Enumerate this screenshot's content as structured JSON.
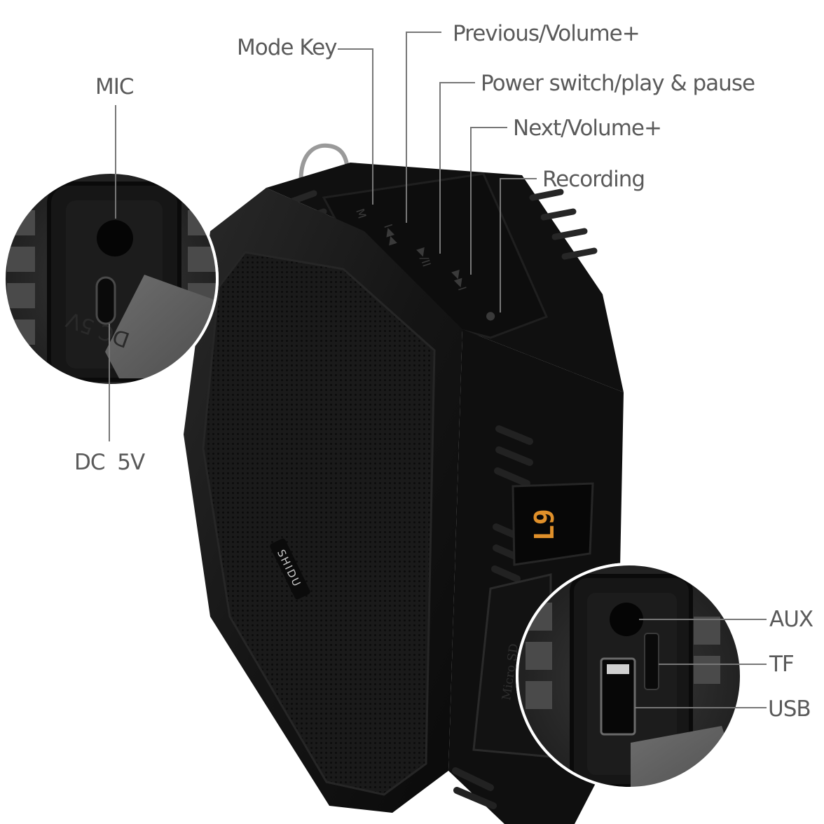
{
  "labels": {
    "mode_key": "Mode Key",
    "previous_volume": "Previous/Volume+",
    "power_switch": "Power switch/play & pause",
    "next_volume": "Next/Volume+",
    "recording": "Recording",
    "mic": "MIC",
    "dc_5v": "DC  5V",
    "aux": "AUX",
    "tf": "TF",
    "usb": "USB"
  },
  "device": {
    "brand": "SHIDU",
    "display_readout": "L9",
    "card_slot_label": "Micro SD",
    "flap_label": "DC 5V",
    "button_marks": [
      "M",
      "I◀◀",
      "▶/II",
      "▶▶I",
      "●"
    ]
  },
  "colors": {
    "body": "#141414",
    "rubber": "#0c0c0c",
    "grille": "#1c1c1c",
    "flap": "#5f5f5f",
    "display": "#e0902a",
    "label_text": "#5a5a5a",
    "leader_line": "#777777"
  }
}
